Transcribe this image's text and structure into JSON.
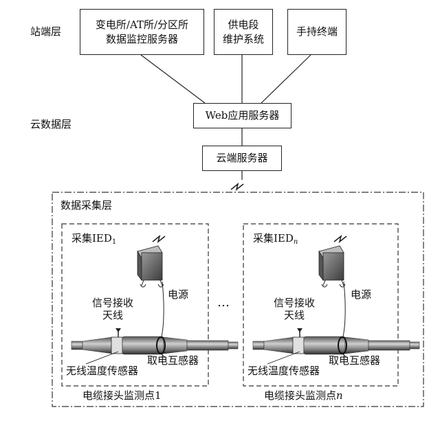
{
  "layers": {
    "station": "站端层",
    "cloud": "云数据层",
    "acquisition": "数据采集层"
  },
  "top_boxes": [
    {
      "line1": "变电所/AT所/分区所",
      "line2": "数据监控服务器"
    },
    {
      "line1": "供电段",
      "line2": "维护系统"
    },
    {
      "line1": "手持终端",
      "line2": ""
    }
  ],
  "web_server": "Web应用服务器",
  "cloud_server": "云端服务器",
  "ellipsis": "…",
  "monitor_points": [
    {
      "ied_prefix": "采集IED",
      "ied_sub": "1",
      "power": "电源",
      "antenna_line1": "信号接收",
      "antenna_line2": "天线",
      "ct_label": "取电互感器",
      "sensor_label": "无线温度传感器",
      "point_prefix": "电缆接头监测点",
      "point_index": "1"
    },
    {
      "ied_prefix": "采集IED",
      "ied_sub": "n",
      "power": "电源",
      "antenna_line1": "信号接收",
      "antenna_line2": "天线",
      "ct_label": "取电互感器",
      "sensor_label": "无线温度传感器",
      "point_prefix": "电缆接头监测点",
      "point_index": "n"
    }
  ]
}
